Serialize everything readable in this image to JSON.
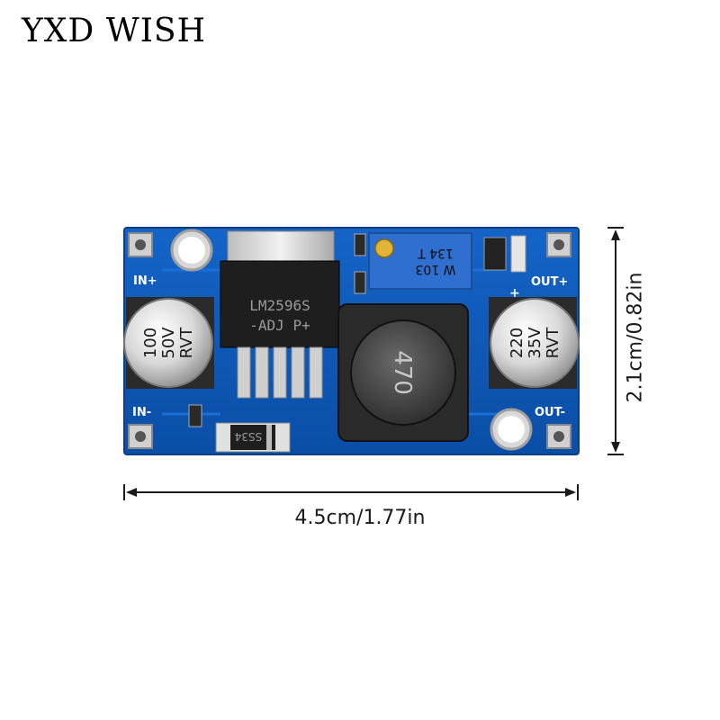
{
  "brand": {
    "title": "YXD WISH"
  },
  "board": {
    "color": "#0e58b8",
    "labels": {
      "in_plus": "IN+",
      "in_minus": "IN-",
      "out_plus": "OUT+",
      "out_minus": "OUT-",
      "plus": "+"
    },
    "regulator": {
      "line1": "LM2596S",
      "line2": "-ADJ P+"
    },
    "input_capacitor": {
      "line1": "100",
      "line2": "50V",
      "line3": "RVT"
    },
    "output_capacitor": {
      "line1": "220",
      "line2": "35V",
      "line3": "RVT"
    },
    "inductor": {
      "label": "470"
    },
    "potentiometer": {
      "line1": "W 103",
      "line2": "134 T"
    },
    "diode": {
      "label": "SS34"
    }
  },
  "dimensions": {
    "width": "4.5cm/1.77in",
    "height": "2.1cm/0.82in"
  }
}
